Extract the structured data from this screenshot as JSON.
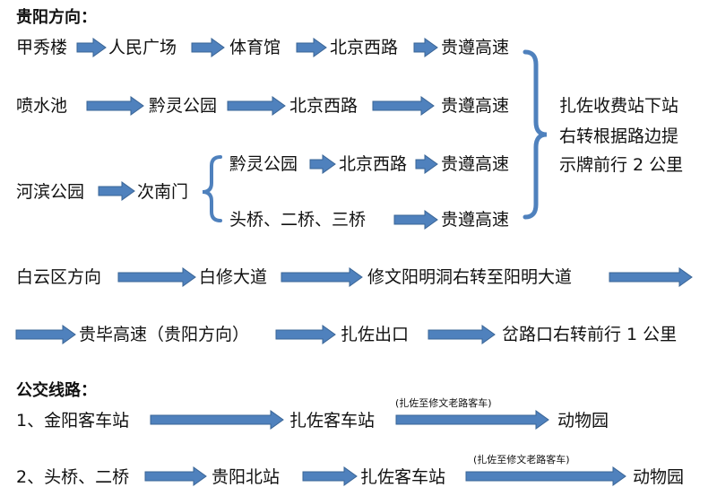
{
  "guiyang": {
    "heading": "贵阳方向：",
    "r1": [
      "甲秀楼",
      "人民广场",
      "体育馆",
      "北京西路",
      "贵遵高速"
    ],
    "r2": [
      "喷水池",
      "黔灵公园",
      "北京西路",
      "贵遵高速"
    ],
    "r3": [
      "黔灵公园",
      "北京西路",
      "贵遵高速"
    ],
    "r4": [
      "头桥、二桥、三桥",
      "贵遵高速"
    ],
    "r34_start": [
      "河滨公园",
      "次南门"
    ],
    "result": [
      "扎佐收费站下站",
      "右转根据路边提",
      "示牌前行 2 公里"
    ]
  },
  "baiyun": {
    "r1": [
      "白云区方向",
      "白修大道",
      "修文阳明洞右转至阳明大道"
    ],
    "r2": [
      "贵毕高速（贵阳方向）",
      "扎佐出口",
      "岔路口右转前行 1 公里"
    ]
  },
  "bus": {
    "heading": "公交线路：",
    "r1": [
      "1、金阳客车站",
      "扎佐客车站",
      "动物园"
    ],
    "r1_note": "(扎佐至修文老路客车)",
    "r2": [
      "2、头桥、二桥",
      "贵阳北站",
      "扎佐客车站",
      "动物园"
    ],
    "r2_note": "(扎佐至修文老路客车)"
  },
  "colors": {
    "arrow_fill": "#4f81bd",
    "arrow_stroke": "#3a6596",
    "brace": "#4f81bd"
  }
}
